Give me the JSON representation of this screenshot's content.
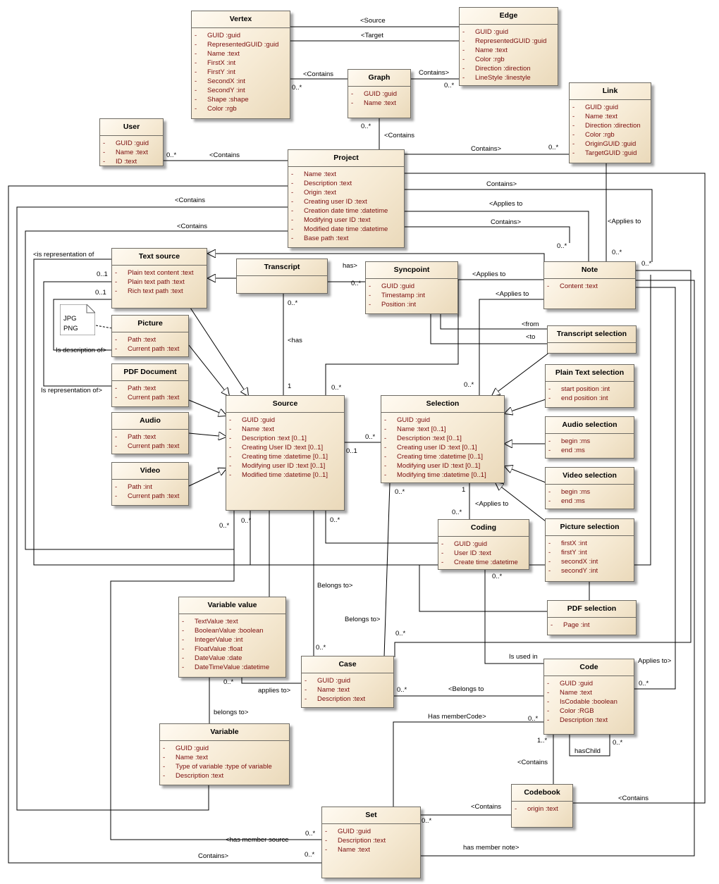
{
  "classes": {
    "vertex": {
      "name": "Vertex",
      "attrs": [
        "GUID  :guid",
        "RepresentedGUID  :guid",
        "Name  :text",
        "FirstX  :int",
        "FirstY  :int",
        "SecondX  :int",
        "SecondY  :int",
        "Shape  :shape",
        "Color  :rgb"
      ]
    },
    "edge": {
      "name": "Edge",
      "attrs": [
        "GUID  :guid",
        "RepresentedGUID  :guid",
        "Name  :text",
        "Color  :rgb",
        "Direction  :direction",
        "LineStyle  :linestyle"
      ]
    },
    "graph": {
      "name": "Graph",
      "attrs": [
        "GUID  :guid",
        "Name  :text"
      ]
    },
    "link": {
      "name": "Link",
      "attrs": [
        "GUID  :guid",
        "Name  :text",
        "Direction  :direction",
        "Color  :rgb",
        "OriginGUID  :guid",
        "TargetGUID  :guid"
      ]
    },
    "user": {
      "name": "User",
      "attrs": [
        "GUID  :guid",
        "Name  :text",
        "ID  :text"
      ]
    },
    "project": {
      "name": "Project",
      "attrs": [
        "Name  :text",
        "Description  :text",
        "Origin  :text",
        "Creating user ID  :text",
        "Creation date time  :datetime",
        "Modifying user ID  :text",
        "Modified date time  :datetime",
        "Base path  :text"
      ]
    },
    "textsource": {
      "name": "Text source",
      "attrs": [
        "Plain text content  :text",
        "Plain text path  :text",
        "Rich text path  :text"
      ]
    },
    "transcript": {
      "name": "Transcript",
      "attrs": []
    },
    "syncpoint": {
      "name": "Syncpoint",
      "attrs": [
        "GUID  :guid",
        "Timestamp  :int",
        "Position  :int"
      ]
    },
    "note": {
      "name": "Note",
      "attrs": [
        "Content  :text"
      ]
    },
    "picture": {
      "name": "Picture",
      "attrs": [
        "Path  :text",
        "Current path  :text"
      ]
    },
    "transcriptsel": {
      "name": "Transcript selection",
      "attrs": []
    },
    "pdfdoc": {
      "name": "PDF Document",
      "attrs": [
        "Path  :text",
        "Current path  :text"
      ]
    },
    "plaintextsel": {
      "name": "Plain Text selection",
      "attrs": [
        "start position  :int",
        "end position  :int"
      ]
    },
    "audio": {
      "name": "Audio",
      "attrs": [
        "Path  :text",
        "Current path  :text"
      ]
    },
    "source": {
      "name": "Source",
      "attrs": [
        "GUID  :guid",
        "Name  :text",
        "Description  :text [0..1]",
        "Creating User ID  :text [0..1]",
        "Creating time  :datetime [0..1]",
        "Modifying user ID  :text [0..1]",
        "Modified time  :datetime [0..1]"
      ]
    },
    "selection": {
      "name": "Selection",
      "attrs": [
        "GUID  :guid",
        "Name  :text [0..1]",
        "Description  :text [0..1]",
        "Creating user ID  :text [0..1]",
        "Creating time  :datetime [0..1]",
        "Modifying user ID  :text [0..1]",
        "Modifying time  :datetime [0..1]"
      ]
    },
    "audiosel": {
      "name": "Audio selection",
      "attrs": [
        "begin  :ms",
        "end  :ms"
      ]
    },
    "video": {
      "name": "Video",
      "attrs": [
        "Path  :int",
        "Current path  :text"
      ]
    },
    "videosel": {
      "name": "Video selection",
      "attrs": [
        "begin  :ms",
        "end  :ms"
      ]
    },
    "coding": {
      "name": "Coding",
      "attrs": [
        "GUID  :guid",
        "User ID  :text",
        "Create time  :datetime"
      ]
    },
    "picturesel": {
      "name": "Picture selection",
      "attrs": [
        "firstX  :int",
        "firstY  :int",
        "secondX  :int",
        "secondY  :int"
      ]
    },
    "varvalue": {
      "name": "Variable value",
      "attrs": [
        "TextValue  :text",
        "BooleanValue  :boolean",
        "IntegerValue  :int",
        "FloatValue  :float",
        "DateValue  :date",
        "DateTimeValue  :datetime"
      ]
    },
    "pdfsel": {
      "name": "PDF selection",
      "attrs": [
        "Page  :int"
      ]
    },
    "case": {
      "name": "Case",
      "attrs": [
        "GUID  :guid",
        "Name  :text",
        "Description  :text"
      ]
    },
    "code": {
      "name": "Code",
      "attrs": [
        "GUID  :guid",
        "Name  :text",
        "IsCodable  :boolean",
        "Color  :RGB",
        "Description  :text"
      ]
    },
    "variable": {
      "name": "Variable",
      "attrs": [
        "GUID  :guid",
        "Name  :text",
        "Type of variable  :type of variable",
        "Description  :text"
      ]
    },
    "codebook": {
      "name": "Codebook",
      "attrs": [
        "origin  :text"
      ]
    },
    "set": {
      "name": "Set",
      "attrs": [
        "GUID  :guid",
        "Description  :text",
        "Name  :text"
      ]
    }
  },
  "note_image": {
    "lines": [
      "JPG",
      "PNG"
    ]
  },
  "labels": [
    "<Source",
    "<Target",
    "<Contains",
    "Contains>",
    "0..*",
    "0..*",
    "0..*",
    "<Contains",
    "0..*",
    "<Contains",
    "Contains>",
    "0..*",
    "<Contains",
    "Contains>",
    "<Applies to",
    "<Contains",
    "Contains>",
    "0..*",
    "<is representation of",
    "0..1",
    "0..1",
    "has>",
    "0..*",
    "<Applies to",
    "<Applies to",
    "<from",
    "<to",
    "Is description of>",
    "Is representation of>",
    "<has",
    "0..*",
    "1",
    "0..*",
    "0..*",
    "<Applies to",
    "<Applies to",
    "0..*",
    "1",
    "0..*",
    "0..*",
    "0..*",
    "0..*",
    "0..1",
    "0..*",
    "Belongs to>",
    "0..*",
    "Belongs to>",
    "0..*",
    "applies to>",
    "0..*",
    "0..*",
    "<Belongs to",
    "Is used in",
    "0..*",
    "Applies to>",
    "0..*",
    "belongs to>",
    "Has memberCode>",
    "0..*",
    "1..*",
    "hasChild",
    "0..*",
    "<Contains",
    "<Contains",
    "<Contains",
    "0..*",
    "<has member source",
    "0..*",
    "has member note>",
    "Contains>",
    "0..*",
    "0..*",
    "0..*"
  ]
}
